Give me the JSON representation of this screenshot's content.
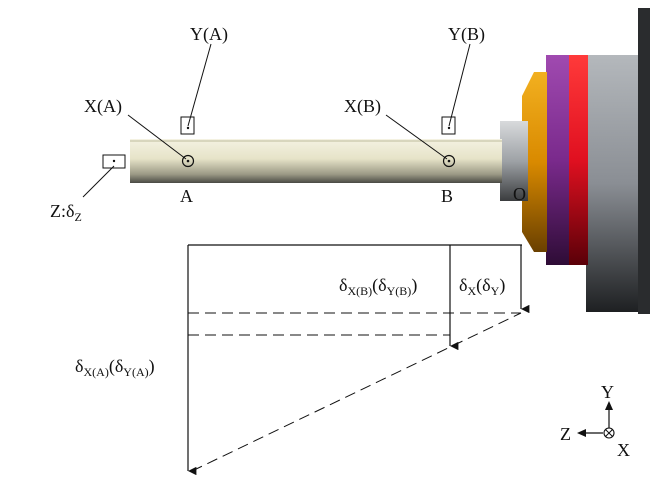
{
  "labels": {
    "ya": "Y(A)",
    "yb": "Y(B)",
    "xa": "X(A)",
    "xb": "X(B)",
    "point_a": "A",
    "point_b": "B",
    "point_o": "O",
    "z_prefix": "Z:δ",
    "z_sub": "Z",
    "delta": "δ",
    "dxb_sub": "X(B)",
    "dyb_sub": "Y(B)",
    "dx_sub": "X",
    "dy_sub": "Y",
    "dxa_sub": "X(A)",
    "dya_sub": "Y(A)",
    "paren_open": "(",
    "paren_close": ")",
    "axis_y": "Y",
    "axis_z": "Z",
    "axis_x": "X"
  },
  "colors": {
    "spindle_orange": "#d98a00",
    "spindle_purple": "#7a2a8c",
    "spindle_red": "#e01020",
    "housing_gray": "#8a8e94"
  }
}
